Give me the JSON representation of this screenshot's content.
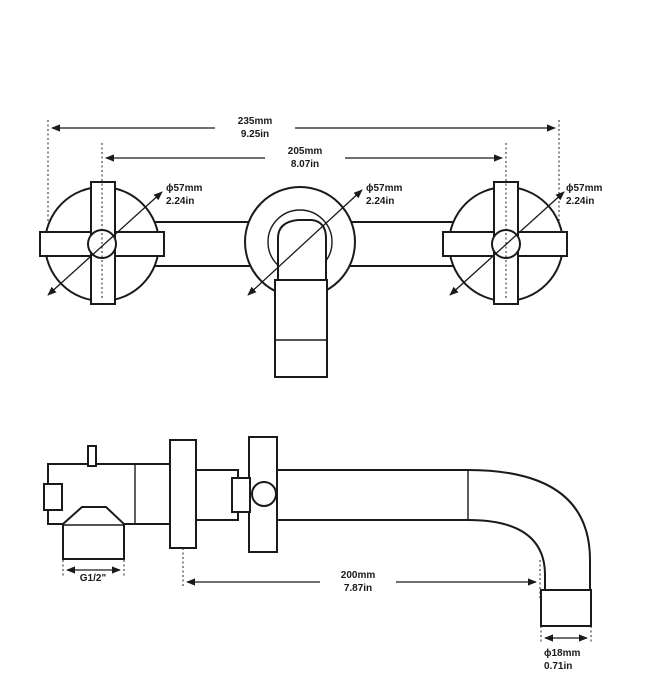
{
  "dimensions": {
    "overall_width": {
      "mm": "235mm",
      "in": "9.25in"
    },
    "center_distance": {
      "mm": "205mm",
      "in": "8.07in"
    },
    "left_handle_diameter": {
      "mm": "ϕ57mm",
      "in": "2.24in"
    },
    "center_escutcheon_diameter": {
      "mm": "ϕ57mm",
      "in": "2.24in"
    },
    "right_handle_diameter": {
      "mm": "ϕ57mm",
      "in": "2.24in"
    },
    "thread_size": {
      "label": "G1/2\""
    },
    "spout_reach": {
      "mm": "200mm",
      "in": "7.87in"
    },
    "outlet_diameter": {
      "mm": "ϕ18mm",
      "in": "0.71in"
    }
  },
  "colors": {
    "line": "#1a1a1a",
    "background": "#ffffff"
  }
}
